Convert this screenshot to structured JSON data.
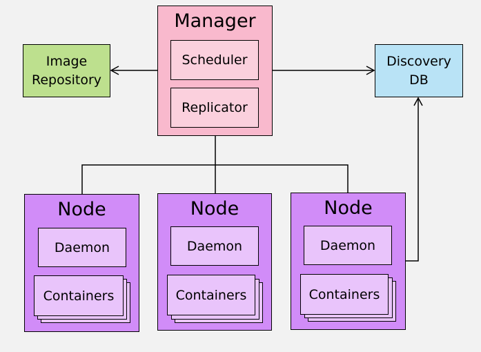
{
  "colors": {
    "manager_fill": "#f9b9cd",
    "manager_inner_fill": "#fbd0dd",
    "image_repo_fill": "#bde08e",
    "discovery_fill": "#b9e3f6",
    "node_fill": "#d18cf8",
    "node_inner_fill": "#e9c4fb",
    "background": "#f2f2f2",
    "line": "#000000"
  },
  "manager": {
    "title": "Manager",
    "scheduler": "Scheduler",
    "replicator": "Replicator"
  },
  "image_repository": {
    "label_line1": "Image",
    "label_line2": "Repository"
  },
  "discovery_db": {
    "label_line1": "Discovery",
    "label_line2": "DB"
  },
  "nodes": [
    {
      "title": "Node",
      "daemon": "Daemon",
      "containers": "Containers"
    },
    {
      "title": "Node",
      "daemon": "Daemon",
      "containers": "Containers"
    },
    {
      "title": "Node",
      "daemon": "Daemon",
      "containers": "Containers"
    }
  ]
}
